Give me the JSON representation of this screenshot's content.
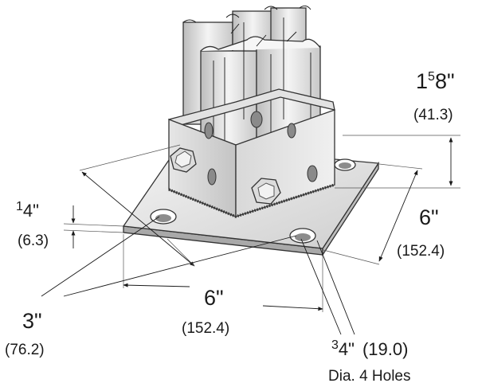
{
  "dimensions": {
    "flange_height": {
      "whole": "1",
      "fraction_num": "5",
      "fraction_den": "8\"",
      "metric": "(41.3)"
    },
    "plate_thickness": {
      "fraction_num": "1",
      "fraction_den": "4\"",
      "metric": "(6.3)"
    },
    "plate_depth": {
      "imperial": "6\"",
      "metric": "(152.4)"
    },
    "plate_width": {
      "imperial": "6\"",
      "metric": "(152.4)"
    },
    "edge_offset": {
      "imperial": "3\"",
      "metric": "(76.2)"
    },
    "hole": {
      "fraction_num": "3",
      "fraction_den": "4\"",
      "metric": "(19.0)",
      "note": "Dia. 4 Holes"
    }
  },
  "colors": {
    "metal_light": "#ececec",
    "metal_mid": "#d2d2d2",
    "metal_dark": "#9a9a9a",
    "outline": "#333333"
  }
}
